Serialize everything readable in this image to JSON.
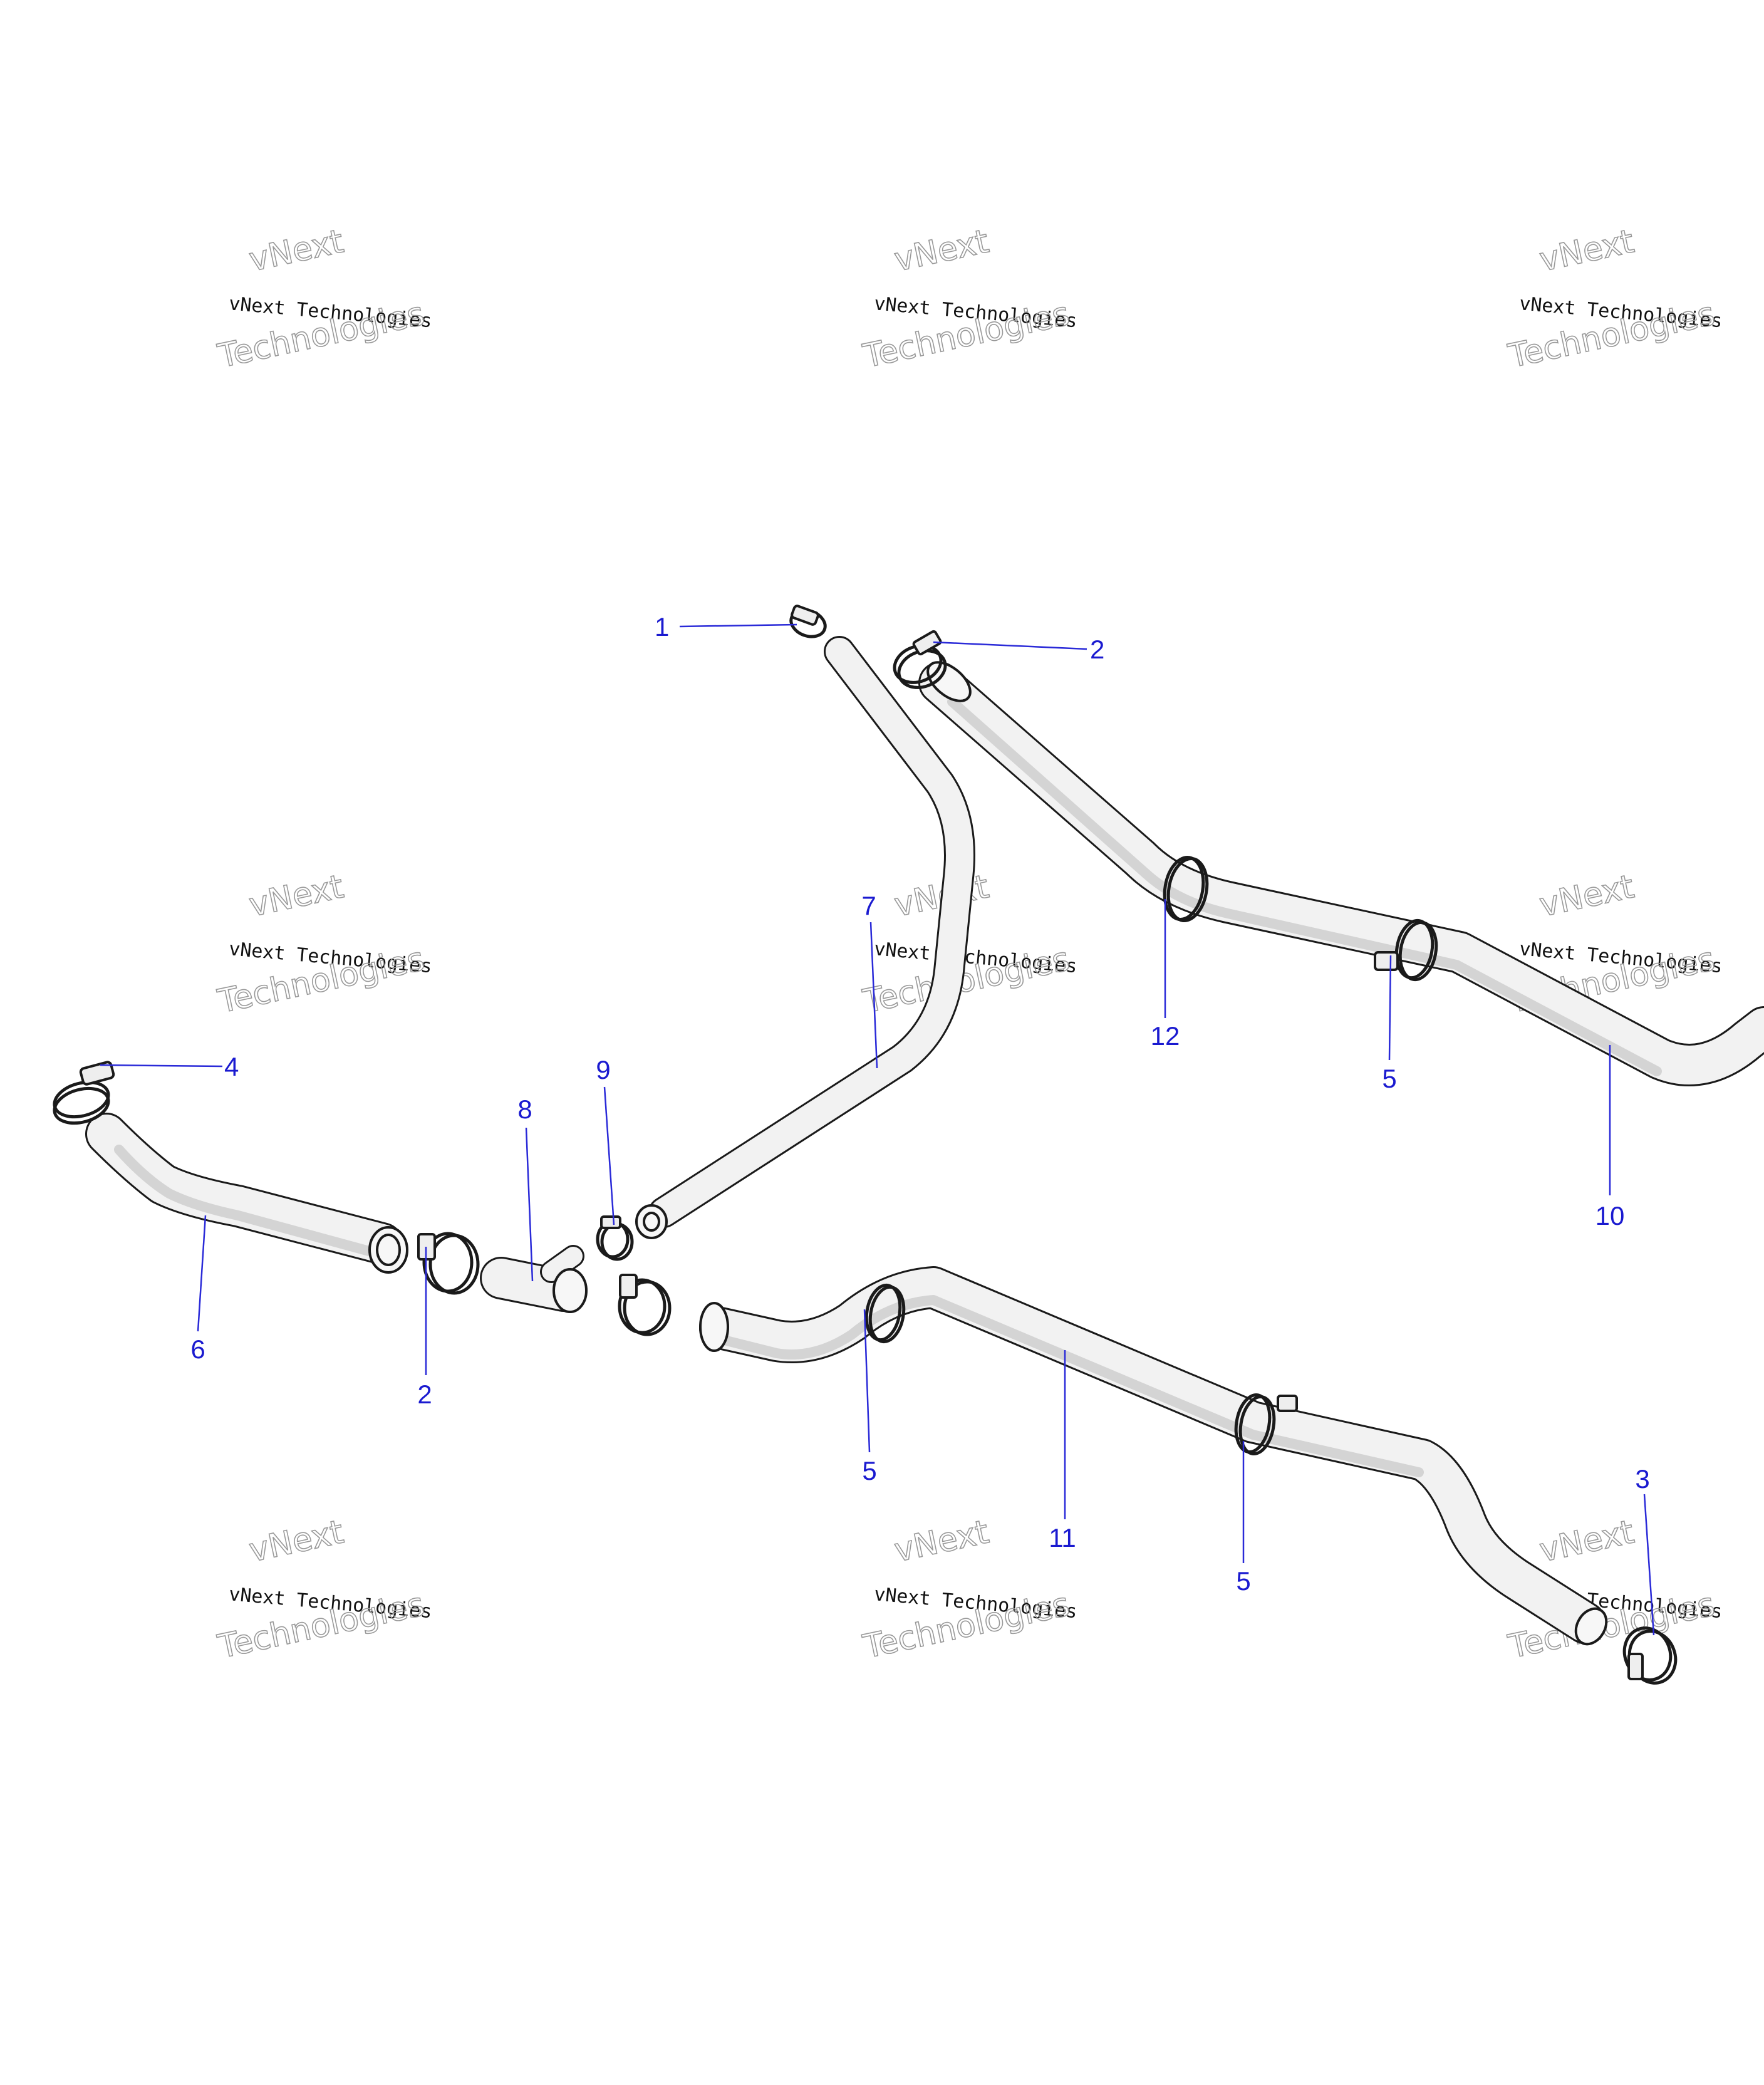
{
  "watermark": {
    "line1": "vNext",
    "line2": "vNext Technologies",
    "line3": "Technologies"
  },
  "callouts": [
    {
      "label": "1"
    },
    {
      "label": "2"
    },
    {
      "label": "2"
    },
    {
      "label": "3"
    },
    {
      "label": "4"
    },
    {
      "label": "5"
    },
    {
      "label": "5"
    },
    {
      "label": "5"
    },
    {
      "label": "6"
    },
    {
      "label": "7"
    },
    {
      "label": "8"
    },
    {
      "label": "9"
    },
    {
      "label": "10"
    },
    {
      "label": "11"
    },
    {
      "label": "12"
    }
  ],
  "colors": {
    "callout": "#1a1ad0",
    "outline": "#1a1a1a",
    "hose_fill": "#f2f2f2"
  }
}
